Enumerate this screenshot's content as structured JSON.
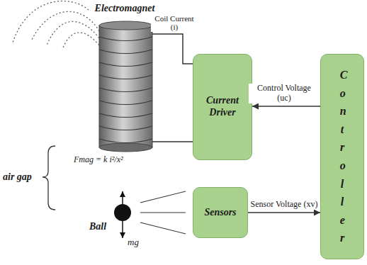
{
  "diagram": {
    "nodes": [
      {
        "text": [
          "Electromagnet"
        ]
      },
      {
        "text": [
          "Current Driver"
        ]
      },
      {
        "text": [
          "Controller"
        ]
      },
      {
        "text": [
          "Sensors"
        ]
      }
    ],
    "edges": [
      {
        "from": 0,
        "to": 1,
        "label": "Coil Current (i)",
        "arrow": "none"
      },
      {
        "from": 2,
        "to": 1,
        "label": "Control Voltage (uc)",
        "arrow": "to"
      },
      {
        "from": 3,
        "to": 2,
        "label": "Sensor Voltage (xv)",
        "arrow": "to"
      }
    ],
    "labels": [
      "air gap",
      "Fmag = k i²/x²",
      "Ball",
      "mg"
    ]
  }
}
